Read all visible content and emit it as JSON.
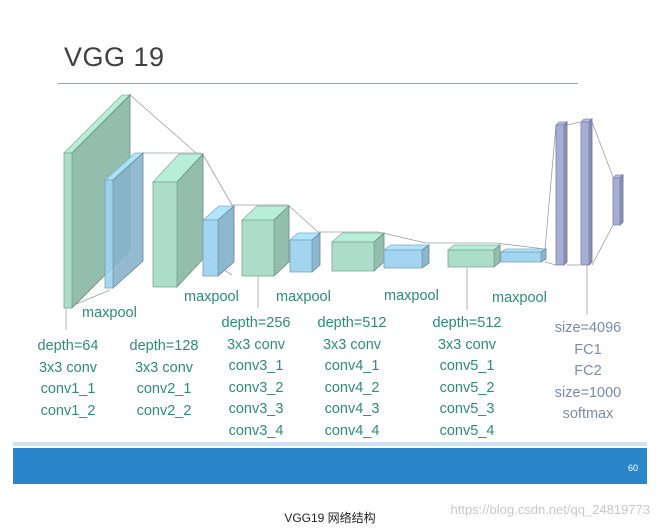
{
  "slide": {
    "title": "VGG 19",
    "page_number": "60"
  },
  "labels": {
    "block1": [
      "depth=64",
      "3x3 conv",
      "conv1_1",
      "conv1_2"
    ],
    "block2": [
      "depth=128",
      "3x3 conv",
      "conv2_1",
      "conv2_2"
    ],
    "block3": [
      "depth=256",
      "3x3 conv",
      "conv3_1",
      "conv3_2",
      "conv3_3",
      "conv3_4"
    ],
    "block4": [
      "depth=512",
      "3x3 conv",
      "conv4_1",
      "conv4_2",
      "conv4_3",
      "conv4_4"
    ],
    "block5": [
      "depth=512",
      "3x3 conv",
      "conv5_1",
      "conv5_2",
      "conv5_3",
      "conv5_4"
    ],
    "fc": [
      "size=4096",
      "FC1",
      "FC2",
      "size=1000",
      "softmax"
    ],
    "pool": [
      "maxpool",
      "maxpool",
      "maxpool",
      "maxpool",
      "maxpool"
    ]
  },
  "caption": "VGG19 网络结构",
  "watermark": "https://blog.csdn.net/qq_24819773",
  "colors": {
    "conv_block": "#a6dbc7",
    "pool_block": "#9fd3ef",
    "fc_block": "#a6add6",
    "label_text": "#2e8b76",
    "footer_bar": "#2b86c9"
  }
}
